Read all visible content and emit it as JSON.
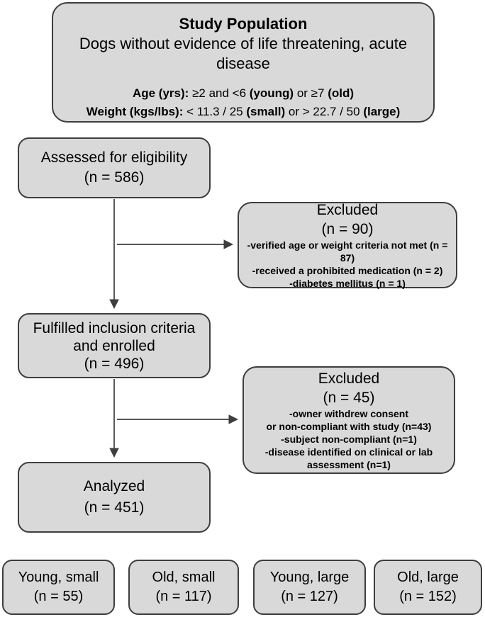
{
  "colors": {
    "box_fill": "#d9d9d9",
    "box_border": "#3e3e3e",
    "arrow": "#3e3e3e",
    "text": "#000000"
  },
  "study_population": {
    "title": "Study Population",
    "subtitle": "Dogs without evidence of life threatening, acute disease",
    "age": {
      "label": "Age (yrs):",
      "range": "≥2 and <6",
      "young": "(young)",
      "mid": "or ≥7",
      "old": "(old)"
    },
    "weight": {
      "label": "Weight (kgs/lbs):",
      "small_range": "< 11.3 / 25",
      "small": "(small)",
      "mid": "or > 22.7 / 50",
      "large": "(large)"
    }
  },
  "assessed": {
    "line1": "Assessed for eligibility",
    "line2": "(n = 586)"
  },
  "excluded1": {
    "title": "Excluded",
    "n": "(n = 90)",
    "details": [
      "-verified age or weight criteria not met (n = 87)",
      "-received a prohibited medication (n = 2)",
      "-diabetes mellitus (n = 1)"
    ]
  },
  "fulfilled": {
    "line1": "Fulfilled inclusion criteria",
    "line2": "and enrolled",
    "line3": "(n = 496)"
  },
  "excluded2": {
    "title": "Excluded",
    "n": "(n = 45)",
    "details": [
      "-owner withdrew consent",
      "or non-compliant with study (n=43)",
      "-subject non-compliant (n=1)",
      "-disease identified on clinical or lab",
      "assessment (n=1)"
    ]
  },
  "analyzed": {
    "line1": "Analyzed",
    "line2": "(n = 451)"
  },
  "subgroups": [
    {
      "label": "Young, small",
      "n": "(n = 55)"
    },
    {
      "label": "Old, small",
      "n": "(n = 117)"
    },
    {
      "label": "Young, large",
      "n": "(n = 127)"
    },
    {
      "label": "Old, large",
      "n": "(n = 152)"
    }
  ]
}
